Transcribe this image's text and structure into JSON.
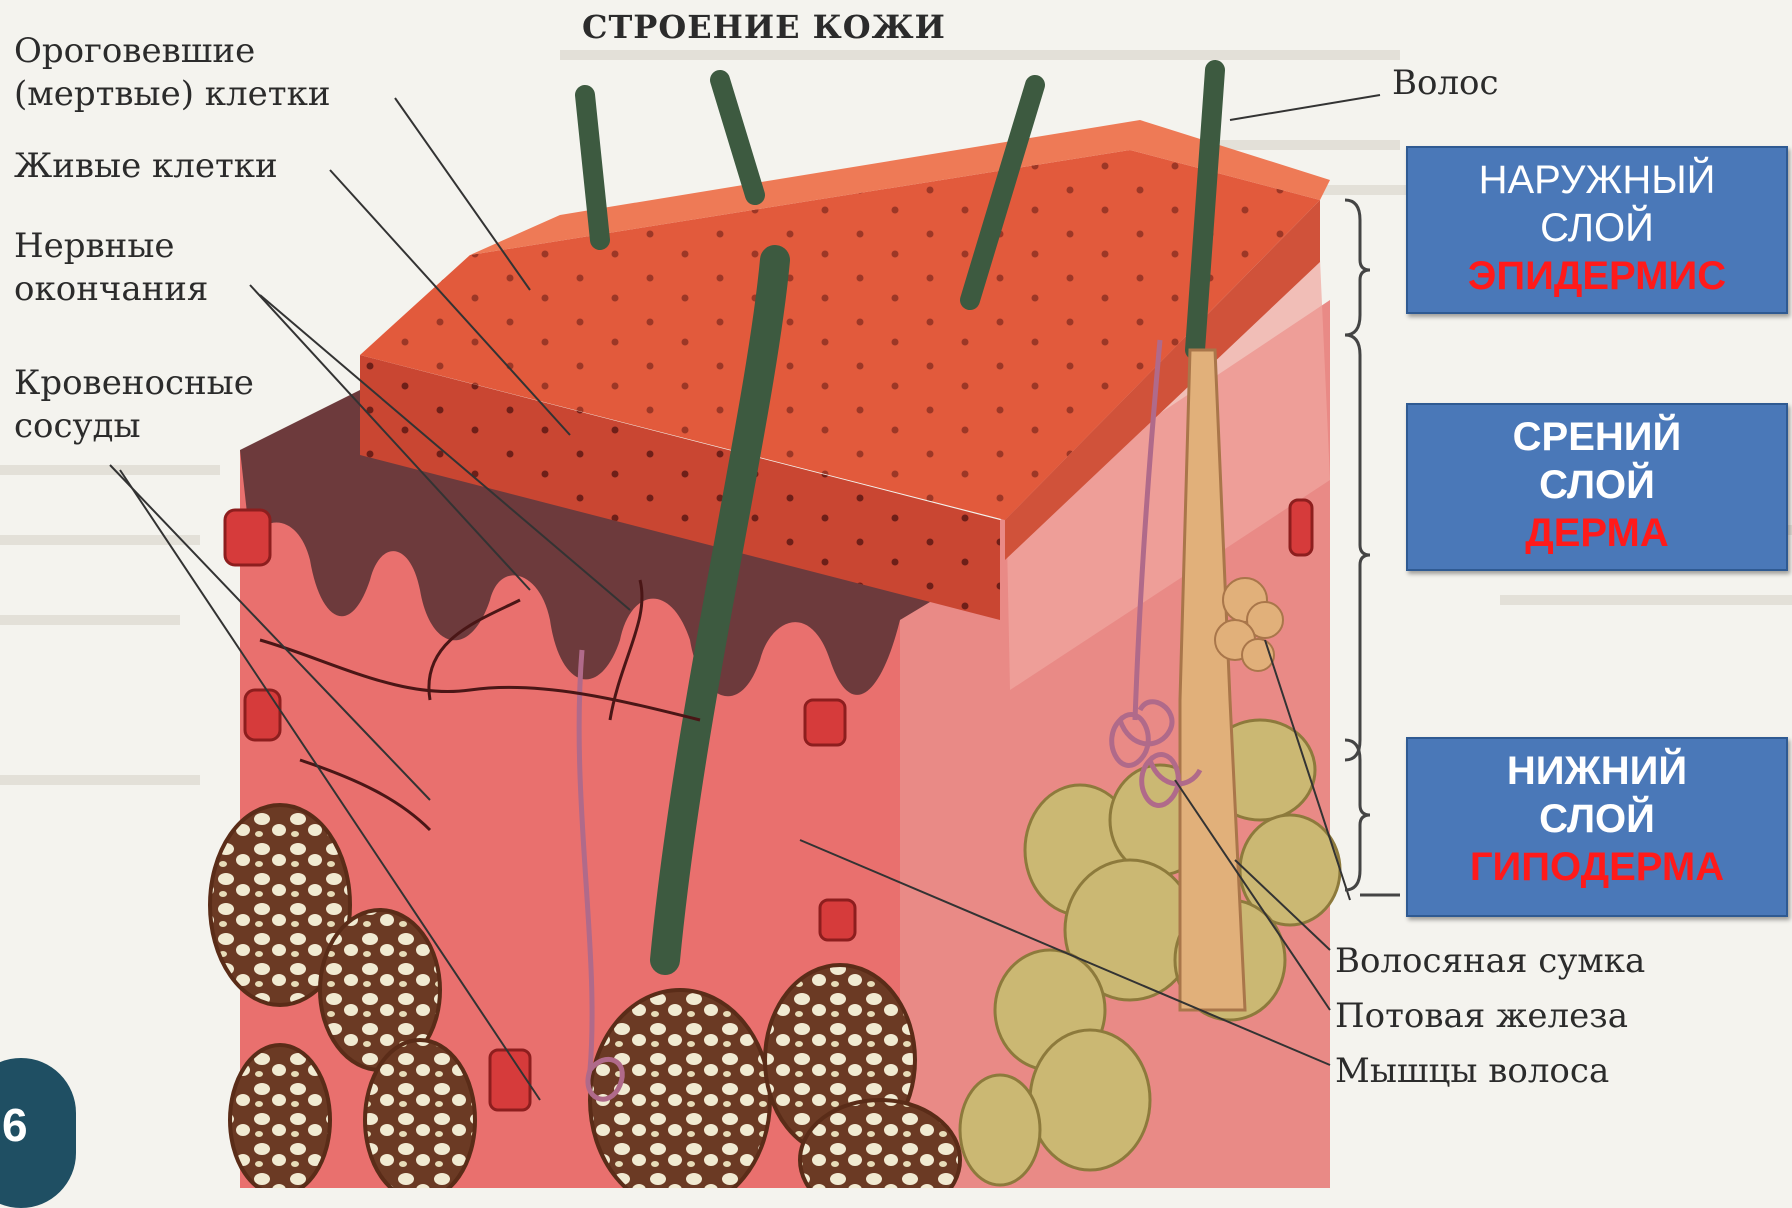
{
  "title": "СТРОЕНИЕ КОЖИ",
  "left_labels": {
    "dead_cells": [
      "Ороговевшие",
      "(мертвые) клетки"
    ],
    "living_cells": "Живые клетки",
    "nerve_endings": [
      "Нервные",
      "окончания"
    ],
    "blood_vessels": [
      "Кровеносные",
      "сосуды"
    ]
  },
  "right_labels": {
    "hair": "Волос",
    "hair_follicle": "Волосяная сумка",
    "sweat_gland": "Потовая железа",
    "hair_muscle": "Мышцы волоса"
  },
  "layer_boxes": {
    "outer": {
      "line1": "НАРУЖНЫЙ",
      "line2": "СЛОЙ",
      "name": "ЭПИДЕРМИС"
    },
    "middle": {
      "line1": "СРЕНИЙ",
      "line2": "СЛОЙ",
      "name": "ДЕРМА"
    },
    "lower": {
      "line1": "НИЖНИЙ",
      "line2": "СЛОЙ",
      "name": "ГИПОДЕРМА"
    }
  },
  "page_number": "6",
  "colors": {
    "box_fill": "#4a78b8",
    "box_accent_text": "#ff1a1a",
    "epidermis": "#e0583c",
    "dermis": "#e46a6a",
    "hair": "#3d5a40",
    "fat": "#cdbb72"
  }
}
